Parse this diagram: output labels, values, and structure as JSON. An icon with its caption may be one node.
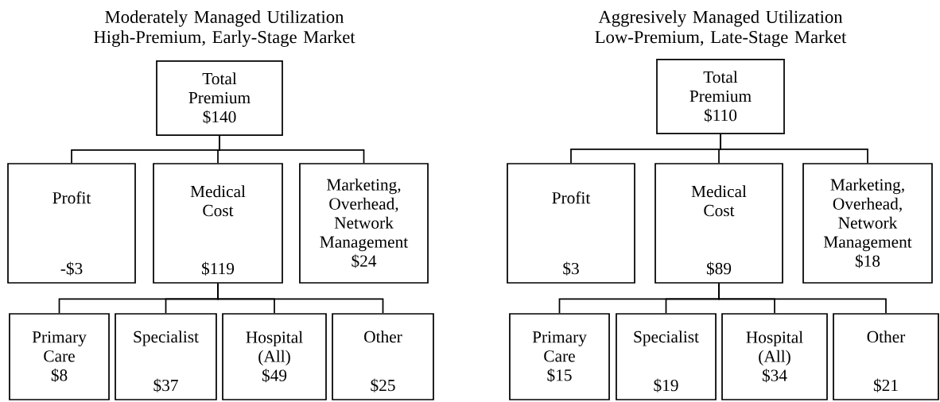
{
  "diagram": {
    "nodes": [
      {
        "text": [
          "Total Premium $140"
        ]
      },
      {
        "text": [
          "Profit",
          "-$3"
        ]
      },
      {
        "text": [
          "Medical Cost",
          "$119"
        ]
      },
      {
        "text": [
          "Marketing, Overhead, Network Management $24"
        ]
      },
      {
        "text": [
          "Primary Care $8"
        ]
      },
      {
        "text": [
          "Specialist",
          "$37"
        ]
      },
      {
        "text": [
          "Hospital (All) $49"
        ]
      },
      {
        "text": [
          "Other",
          "$25"
        ]
      },
      {
        "text": [
          "Total Premium $110"
        ]
      },
      {
        "text": [
          "Profit",
          "$3"
        ]
      },
      {
        "text": [
          "Medical Cost",
          "$89"
        ]
      },
      {
        "text": [
          "Marketing, Overhead, Network Management $18"
        ]
      },
      {
        "text": [
          "Primary Care $15"
        ]
      },
      {
        "text": [
          "Specialist",
          "$19"
        ]
      },
      {
        "text": [
          "Hospital (All) $34"
        ]
      },
      {
        "text": [
          "Other",
          "$21"
        ]
      }
    ],
    "edges": [
      {
        "from": 0,
        "to": 1,
        "arrow": "none"
      },
      {
        "from": 0,
        "to": 2,
        "arrow": "none"
      },
      {
        "from": 0,
        "to": 3,
        "arrow": "none"
      },
      {
        "from": 2,
        "to": 4,
        "arrow": "none"
      },
      {
        "from": 2,
        "to": 5,
        "arrow": "none"
      },
      {
        "from": 2,
        "to": 6,
        "arrow": "none"
      },
      {
        "from": 2,
        "to": 7,
        "arrow": "none"
      },
      {
        "from": 8,
        "to": 9,
        "arrow": "none"
      },
      {
        "from": 8,
        "to": 10,
        "arrow": "none"
      },
      {
        "from": 8,
        "to": 11,
        "arrow": "none"
      },
      {
        "from": 10,
        "to": 12,
        "arrow": "none"
      },
      {
        "from": 10,
        "to": 13,
        "arrow": "none"
      },
      {
        "from": 10,
        "to": 14,
        "arrow": "none"
      },
      {
        "from": 10,
        "to": 15,
        "arrow": "none"
      }
    ],
    "labels": [
      "Moderately Managed Utilization High-Premium, Early-Stage Market",
      "Aggresively Managed Utilization Low-Premium, Late-Stage Market"
    ]
  }
}
